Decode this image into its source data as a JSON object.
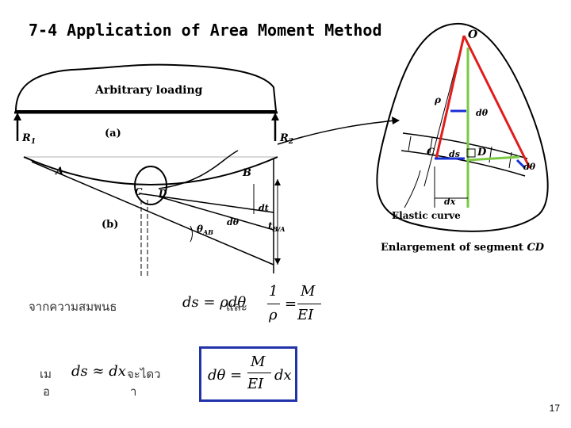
{
  "slide": {
    "title": "7-4 Application of Area Moment Method",
    "page_number": "17"
  },
  "figure": {
    "beam_load_label": "Arbitrary loading",
    "reaction_left": "R",
    "reaction_left_sub": "1",
    "reaction_right": "R",
    "reaction_right_sub": "2",
    "part_a": "(a)",
    "part_b": "(b)",
    "point_a": "A",
    "point_b": "B",
    "point_c": "C",
    "point_d": "D",
    "dt": "dt",
    "dtheta": "dθ",
    "theta_ab": "θ",
    "theta_ab_sub": "AB",
    "t_ba": "t",
    "t_ba_sub": "B/A",
    "point_o": "O",
    "rho": "ρ",
    "ds": "ds",
    "dx": "dx",
    "elastic_curve": "Elastic curve",
    "enlargement_caption_prefix": "Enlargement of segment",
    "enlargement_caption_segment": "CD"
  },
  "text": {
    "from_relation": "จากความสมพนธ",
    "and": "และ",
    "when_line1": "เม",
    "when_line2": "อ",
    "becomes_line1": "จะไดว",
    "becomes_line2": "า"
  },
  "equations": {
    "eq1": "ds = ρdθ",
    "eq2_lhs_num": "1",
    "eq2_lhs_den": "ρ",
    "eq2_eq": "=",
    "eq2_rhs_num": "M",
    "eq2_rhs_den": "EI",
    "eq3": "ds ≈ dx",
    "eq4_lhs": "dθ =",
    "eq4_num": "M",
    "eq4_den": "EI",
    "eq4_tail": "dx"
  },
  "colors": {
    "radius_line": "#e21b1b",
    "green_line": "#7ac943",
    "blue_arrow": "#1a2fd6",
    "box_border": "#2233aa"
  }
}
